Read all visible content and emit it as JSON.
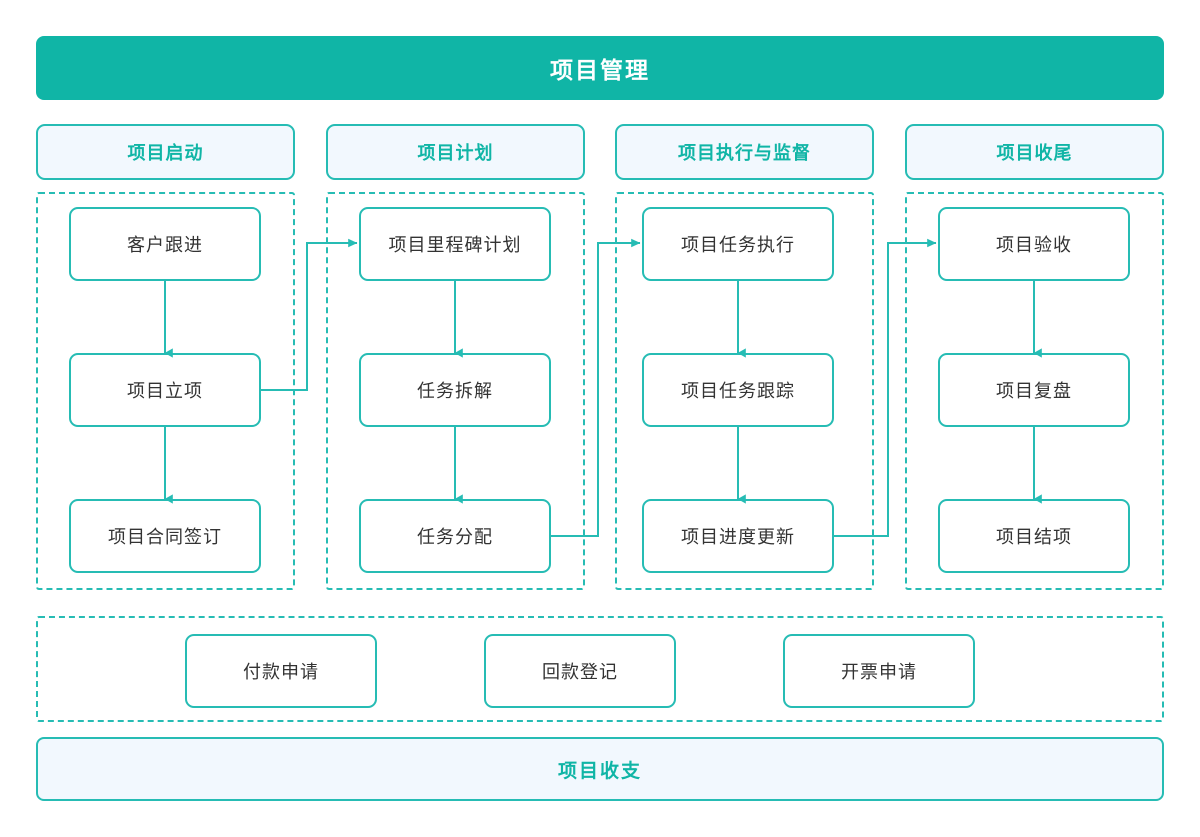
{
  "banner": {
    "title": "项目管理"
  },
  "phases": [
    {
      "id": "initiation",
      "header": "项目启动",
      "nodes": [
        "客户跟进",
        "项目立项",
        "项目合同签订"
      ]
    },
    {
      "id": "planning",
      "header": "项目计划",
      "nodes": [
        "项目里程碑计划",
        "任务拆解",
        "任务分配"
      ]
    },
    {
      "id": "execution",
      "header": "项目执行与监督",
      "nodes": [
        "项目任务执行",
        "项目任务跟踪",
        "项目进度更新"
      ]
    },
    {
      "id": "closing",
      "header": "项目收尾",
      "nodes": [
        "项目验收",
        "项目复盘",
        "项目结项"
      ]
    }
  ],
  "finance": {
    "nodes": [
      "付款申请",
      "回款登记",
      "开票申请"
    ]
  },
  "footer": {
    "title": "项目收支"
  },
  "colors": {
    "banner_fill": "#10B5A6",
    "banner_text": "#FFFFFF",
    "header_fill": "#F2F8FE",
    "header_text": "#10B5A6",
    "border": "#26BCB4",
    "node_fill": "#FFFFFF",
    "node_text": "#333333",
    "connector": "#26BCB4",
    "page_background": "#FFFFFF"
  }
}
